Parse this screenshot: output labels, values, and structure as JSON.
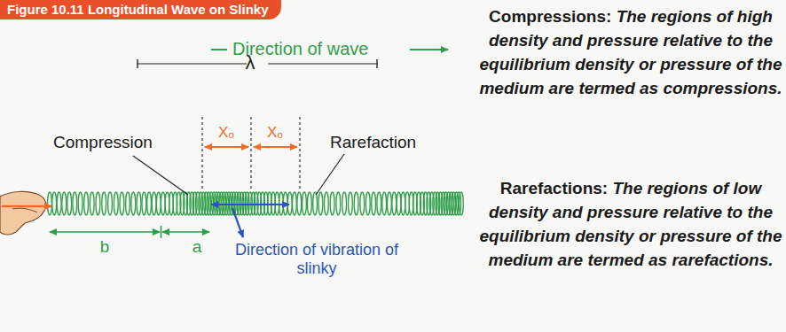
{
  "diagram": {
    "title": "Figure 10.11 Longitudinal Wave on Slinky",
    "labels": [
      "Direction of wave",
      "λ",
      "Compression",
      "Xₒ",
      "Xₒ",
      "Rarefaction",
      "b",
      "a",
      "Direction of vibration of slinky",
      "Compressions:",
      "The regions of high density and pressure relative to the equilibrium density or pressure of the medium are termed as compressions.",
      "Rarefactions:",
      "The regions of low density and pressure relative to the equilibrium density or pressure of the medium are termed as rarefactions."
    ]
  }
}
